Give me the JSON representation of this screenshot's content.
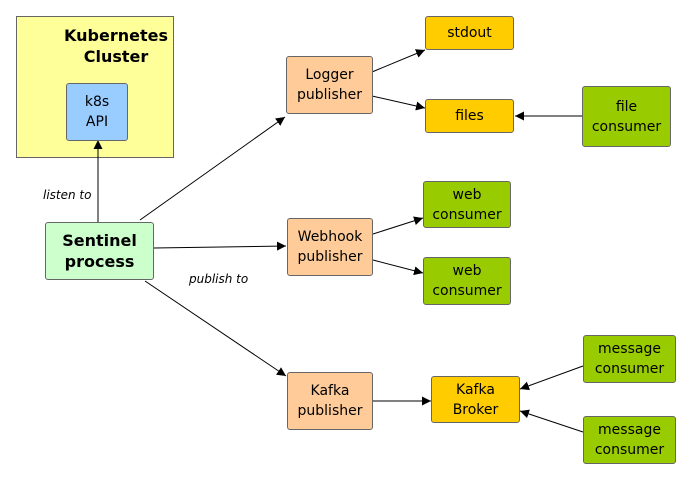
{
  "diagram": {
    "colors": {
      "cluster": "#ffff99",
      "api": "#99ccff",
      "sentinel": "#ccffcc",
      "publisher": "#ffcc99",
      "sink": "#ffcc00",
      "consumer": "#99cc00",
      "border": "#666666"
    },
    "cluster": {
      "title": "Kubernetes\nCluster"
    },
    "nodes": {
      "k8s_api": "k8s\nAPI",
      "sentinel": "Sentinel\nprocess",
      "logger_publisher": "Logger\npublisher",
      "webhook_publisher": "Webhook\npublisher",
      "kafka_publisher": "Kafka\npublisher",
      "stdout": "stdout",
      "files": "files",
      "file_consumer": "file\nconsumer",
      "web_consumer_1": "web\nconsumer",
      "web_consumer_2": "web\nconsumer",
      "kafka_broker": "Kafka\nBroker",
      "message_consumer_1": "message\nconsumer",
      "message_consumer_2": "message\nconsumer"
    },
    "edge_labels": {
      "listen": "listen to",
      "publish": "publish to"
    }
  }
}
